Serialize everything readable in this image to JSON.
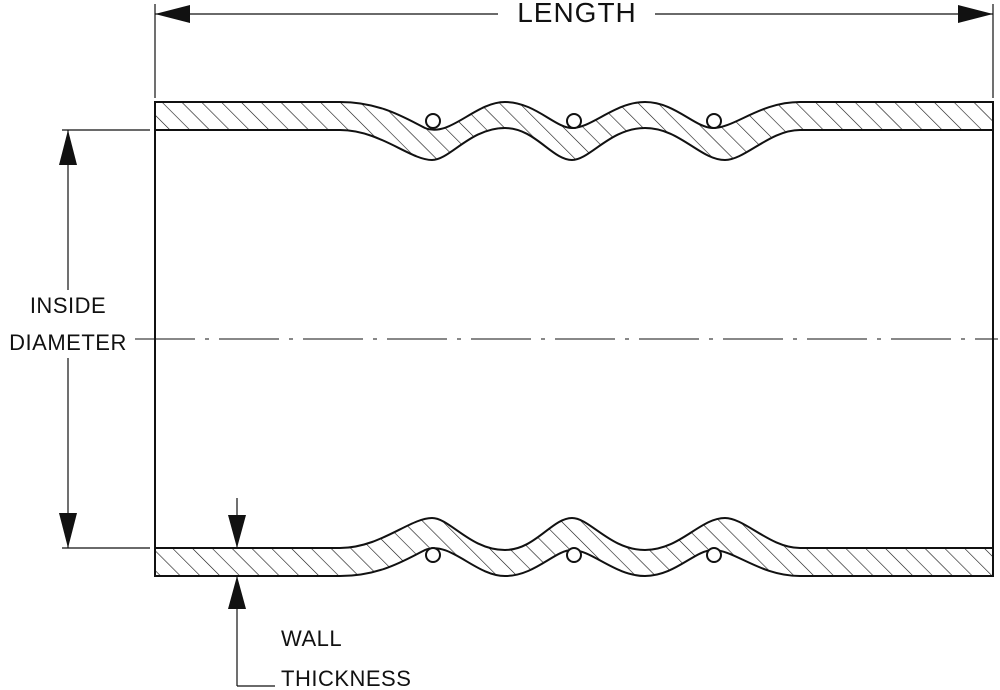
{
  "labels": {
    "length": "LENGTH",
    "inside_diameter_line1": "INSIDE",
    "inside_diameter_line2": "DIAMETER",
    "wall_line1": "WALL",
    "wall_line2": "THICKNESS"
  },
  "colors": {
    "stroke": "#111111",
    "background": "#ffffff"
  }
}
